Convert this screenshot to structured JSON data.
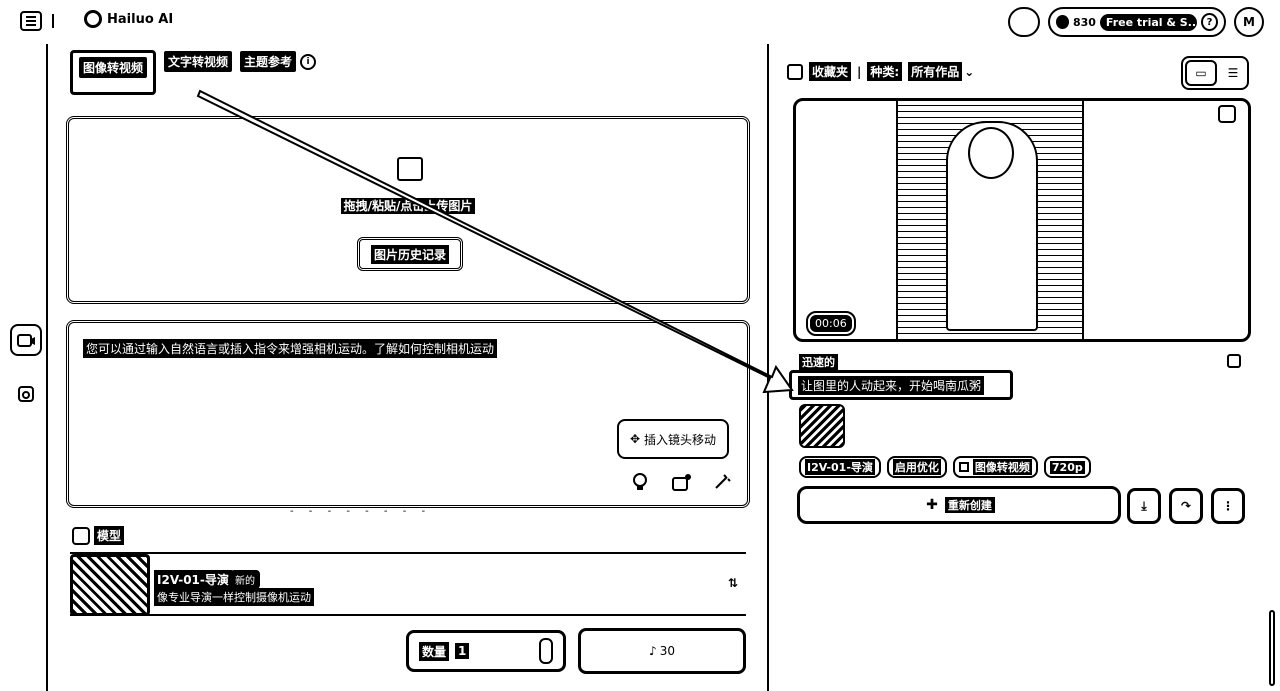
{
  "header": {
    "app_name": "Hailuo AI",
    "credits": "830",
    "trial_label": "Free trial & S...",
    "help": "?",
    "avatar_initial": "M"
  },
  "left_tabs": {
    "image_to_video": "图像转视频",
    "text_to_video": "文字转视频",
    "subject_ref": "主题参考",
    "info": "i"
  },
  "upload": {
    "text": "拖拽/粘贴/点击上传图片",
    "history_button": "图片历史记录"
  },
  "prompt": {
    "placeholder": "您可以通过输入自然语言或插入指令来增强相机运动。了解如何控制相机运动",
    "tooltip": "插入镜头移动"
  },
  "model": {
    "section_label": "模型",
    "name": "I2V-01-导演",
    "badge": "新的",
    "description": "像专业导演一样控制摄像机运动"
  },
  "footer": {
    "quantity_label": "数量",
    "quantity_value": "1",
    "generate_cost": "30"
  },
  "right": {
    "favorites": "收藏夹",
    "type_label": "种类:",
    "type_value": "所有作品",
    "video": {
      "duration": "00:06",
      "speed_label": "迅速的",
      "prompt": "让图里的人动起来，开始喝南瓜粥",
      "tags": [
        "I2V-01-导演",
        "启用优化",
        "图像转视频",
        "720p"
      ],
      "recreate": "重新创建"
    }
  }
}
